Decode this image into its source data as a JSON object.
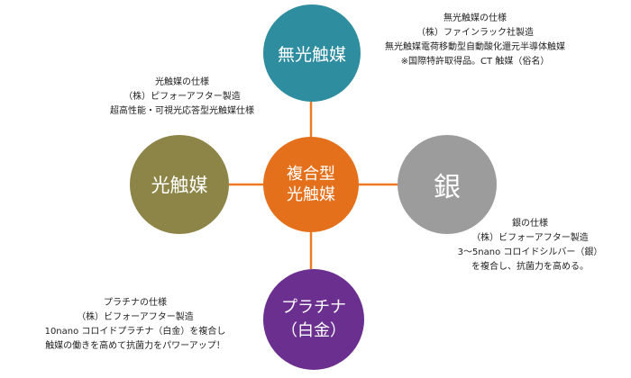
{
  "colors": {
    "connector": "#ec7a22",
    "center": "#e4701b",
    "top": "#2f8da0",
    "left": "#8c8547",
    "right": "#9c9c9c",
    "bottom": "#6a2f8f"
  },
  "center": {
    "lines": [
      "複合型",
      "光触媒"
    ]
  },
  "top": {
    "label": "無光触媒",
    "note": [
      "無光触媒の仕様",
      "（株）ファインラック社製造",
      "無光触媒電荷移動型自動酸化還元半導体触媒",
      "※国際特許取得品。CT 触媒（俗名）"
    ]
  },
  "left": {
    "label": "光触媒",
    "note": [
      "光触媒の仕様",
      "（株）ピフォーアフター製造",
      "超高性能・可視光応答型光触媒仕様"
    ]
  },
  "right": {
    "label": "銀",
    "note": [
      "銀の仕様",
      "（株）ビフォーアフター製造",
      "3～5nano コロイドシルバー（銀）",
      "を複合し、抗菌力を高める。"
    ]
  },
  "bottom": {
    "lines": [
      "プラチナ",
      "（白金）"
    ],
    "note": [
      "プラチナの仕様",
      "（株）ビフォーアフター製造",
      "10nano コロイドプラチナ（白金）を複合し",
      "触媒の働きを高めて抗菌力をパワーアップ！"
    ]
  }
}
